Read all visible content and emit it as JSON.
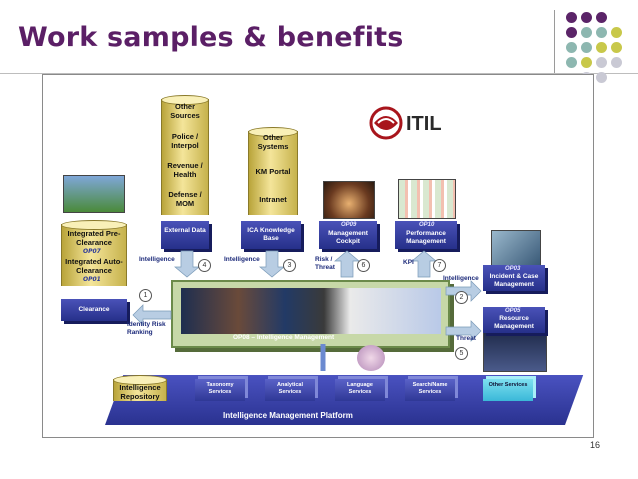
{
  "title": "Work samples & benefits",
  "page_number": "16",
  "logo_text": "ITIL",
  "dot_colors": {
    "purple": "#5b2468",
    "teal": "#8db7b0",
    "lime": "#c8c84a",
    "gray": "#c9c9d4"
  },
  "databases": {
    "left_stack": [
      "Other Sources",
      "Police / Interpol",
      "Revenue / Health",
      "Defense / MOM"
    ],
    "right_stack": [
      "Other Systems",
      "KM Portal",
      "Intranet"
    ],
    "clearance_stack": [
      "Integrated Pre-Clearance",
      "Integrated Auto-Clearance"
    ],
    "clearance_tag": "OP07",
    "clearance_tag2": "OP01",
    "repository": "Intelligence Repository"
  },
  "boxes": {
    "external_data": "External Data",
    "ica_knowledge_base": "ICA Knowledge Base",
    "management_cockpit": "Management Cockpit",
    "performance_management": "Performance Management",
    "clearance": "Clearance",
    "incident_case": "Incident & Case Management",
    "resource_management": "Resource Management",
    "cockpit_tag": "OP09",
    "perf_tag": "OP10",
    "incident_tag": "OP03",
    "resource_tag": "OP05"
  },
  "center_label": "OP08 – Intelligence Management",
  "arrows": {
    "intelligence_4": "Intelligence",
    "intelligence_3": "Intelligence",
    "risk_threat": "Risk / Threat",
    "kpi": "KPI",
    "intelligence_2": "Intelligence",
    "threat": "Threat",
    "identity_risk": "Identity Risk Ranking",
    "n1": "1",
    "n2": "2",
    "n3": "3",
    "n4": "4",
    "n5": "5",
    "n6": "6",
    "n7": "7"
  },
  "services": [
    "Taxonomy Services",
    "Analytical Services",
    "Language Services",
    "Search/Name Services",
    "Other Services"
  ],
  "platform": "Intelligence Management Platform"
}
